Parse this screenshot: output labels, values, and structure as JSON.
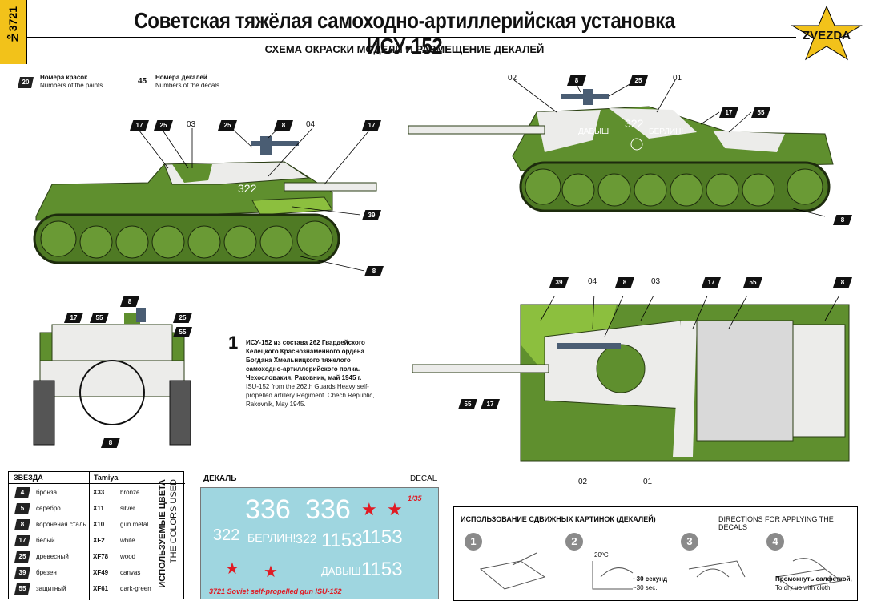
{
  "header": {
    "code": "№3721",
    "title": "Советская тяжёлая самоходно-артиллерийская установка ИСУ-152",
    "subtitle": "СХЕМА ОКРАСКИ МОДЕЛИ И РАЗМЕЩЕНИЕ ДЕКАЛЕЙ",
    "logo": "ZVEZDA"
  },
  "legend": {
    "paint_badge": "20",
    "paint_ru": "Номера красок",
    "paint_en": "Numbers of the paints",
    "decal_num": "45",
    "decal_ru": "Номера декалей",
    "decal_en": "Numbers of the decals"
  },
  "callouts": {
    "side_left": [
      "17",
      "25",
      "03",
      "25",
      "8",
      "04",
      "17",
      "39",
      "8"
    ],
    "side_right": [
      "02",
      "8",
      "25",
      "01",
      "17",
      "55",
      "8"
    ],
    "front": [
      "8",
      "17",
      "55",
      "25",
      "55",
      "8"
    ],
    "top": [
      "39",
      "04",
      "8",
      "03",
      "17",
      "55",
      "8",
      "55",
      "17",
      "02",
      "01"
    ]
  },
  "hull_markings": {
    "number": "322",
    "slogan": "БЕРЛИН!",
    "davish": "ДАВЫШ"
  },
  "caption": {
    "index": "1",
    "ru": "ИСУ-152 из состава 262 Гвардейского Келецкого Краснознаменного ордена Богдана Хмельницкого тяжелого самоходно-артиллерийского полка. Чехословакия, Раковник, май 1945 г.",
    "en": "ISU-152 from the 262th Guards Heavy self-propelled artillery Regiment. Chech Republic, Rakovnik, May 1945."
  },
  "colors": {
    "header_ru": "ЗВЕЗДА",
    "header_tamiya": "Tamiya",
    "vertical_ru": "ИСПОЛЬЗУЕМЫЕ ЦВЕТА",
    "vertical_en": "THE COLORS USED",
    "rows": [
      {
        "num": "4",
        "ru": "бронза",
        "code": "X33",
        "en": "bronze"
      },
      {
        "num": "5",
        "ru": "серебро",
        "code": "X11",
        "en": "silver"
      },
      {
        "num": "8",
        "ru": "вороненая сталь",
        "code": "X10",
        "en": "gun metal"
      },
      {
        "num": "17",
        "ru": "белый",
        "code": "XF2",
        "en": "white"
      },
      {
        "num": "25",
        "ru": "древесный",
        "code": "XF78",
        "en": "wood"
      },
      {
        "num": "39",
        "ru": "брезент",
        "code": "XF49",
        "en": "canvas"
      },
      {
        "num": "55",
        "ru": "защитный",
        "code": "XF61",
        "en": "dark-green"
      }
    ]
  },
  "decal": {
    "label_ru": "ДЕКАЛЬ",
    "label_en": "DECAL",
    "scale": "1/35",
    "n336a": "336",
    "n336b": "336",
    "n322": "322",
    "berlin": "БЕРЛИН!",
    "n322b": "322",
    "n1153a": "1153",
    "n1153b": "1153",
    "davish": "ДАВЫШ",
    "n1153c": "1153",
    "footer": "3721  Soviet self-propelled gun ISU-152",
    "colors": {
      "sheet": "#9fd6e0",
      "red": "#e01b24",
      "white": "#ffffff"
    }
  },
  "directions": {
    "title_ru": "ИСПОЛЬЗОВАНИЕ СДВИЖНЫХ КАРТИНОК (ДЕКАЛЕЙ)",
    "title_en": "DIRECTIONS  FOR APPLYING THE DECALS",
    "steps": [
      "1",
      "2",
      "3",
      "4"
    ],
    "temp": "20ºC",
    "time_ru": "~30 секунд",
    "time_en": "~30 sec.",
    "dry_ru": "Промокнуть салфеткой,",
    "dry_en": "To dry up with cloth."
  },
  "palette": {
    "green": "#5f8f2e",
    "light_green": "#8cbf3e",
    "white": "#ececea",
    "dark": "#222222",
    "accent": "#f2c21a"
  }
}
